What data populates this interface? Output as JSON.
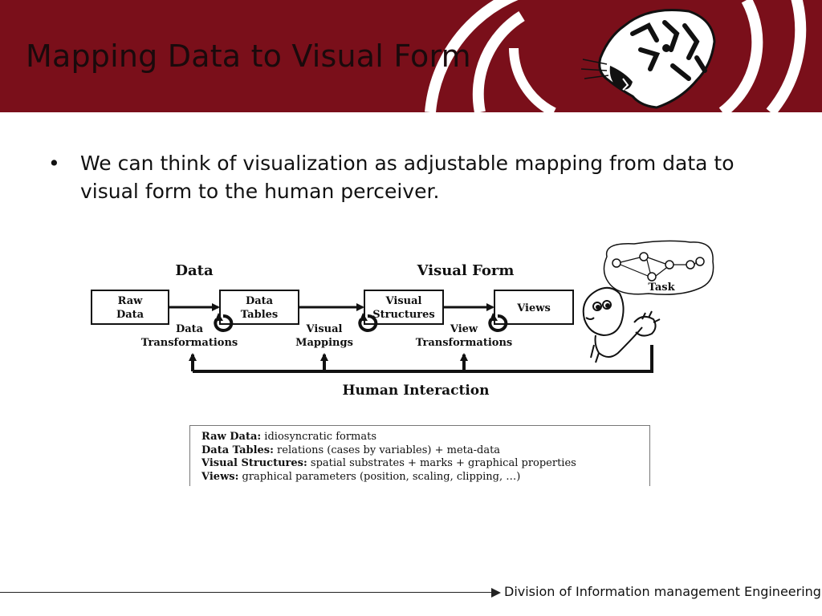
{
  "slide": {
    "title": "Mapping Data to Visual Form",
    "bullet_symbol": "•",
    "bullet_text": "We can think of visualization as adjustable mapping from data to visual form to the human perceiver."
  },
  "diagram": {
    "heading_data": "Data",
    "heading_visual_form": "Visual Form",
    "task_label": "Task",
    "boxes": {
      "raw_data": [
        "Raw",
        "Data"
      ],
      "data_tables": [
        "Data",
        "Tables"
      ],
      "visual_structures": [
        "Visual",
        "Structures"
      ],
      "views": "Views"
    },
    "transforms": {
      "data_transformations": [
        "Data",
        "Transformations"
      ],
      "visual_mappings": [
        "Visual",
        "Mappings"
      ],
      "view_transformations": [
        "View",
        "Transformations"
      ]
    },
    "human_interaction": "Human Interaction"
  },
  "legend": {
    "lines": [
      {
        "term": "Raw Data:",
        "desc": " idiosyncratic formats"
      },
      {
        "term": "Data Tables:",
        "desc": " relations (cases by variables)  +  meta-data"
      },
      {
        "term": "Visual Structures:",
        "desc": " spatial substrates  +  marks  +  graphical properties"
      },
      {
        "term": "Views:",
        "desc": " graphical parameters (position, scaling, clipping, …)"
      }
    ]
  },
  "footer": {
    "text": "Division of Information management Engineering"
  },
  "colors": {
    "header_bg": "#7a0f1a",
    "header_arc": "#ffffff",
    "title_text": "#1a0a0c"
  },
  "icons": {
    "logo": "tiger-head-icon",
    "figure": "human-perceiver-icon",
    "task": "task-graph-cloud-icon"
  }
}
